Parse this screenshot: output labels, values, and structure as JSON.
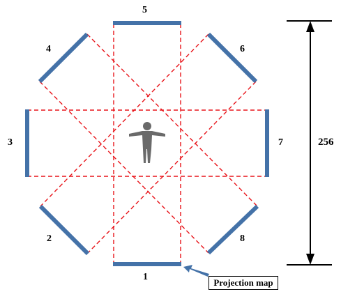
{
  "sensors": [
    {
      "id": "1",
      "label": "1"
    },
    {
      "id": "2",
      "label": "2"
    },
    {
      "id": "3",
      "label": "3"
    },
    {
      "id": "4",
      "label": "4"
    },
    {
      "id": "5",
      "label": "5"
    },
    {
      "id": "6",
      "label": "6"
    },
    {
      "id": "7",
      "label": "7"
    },
    {
      "id": "8",
      "label": "8"
    }
  ],
  "dimension": {
    "label": "256"
  },
  "projection_map": {
    "label": "Projection map"
  },
  "colors": {
    "sensor_bar": "#4472a8",
    "projection_line": "#e8141a",
    "figure": "#6a6a6a",
    "dimension_line": "#000000"
  }
}
